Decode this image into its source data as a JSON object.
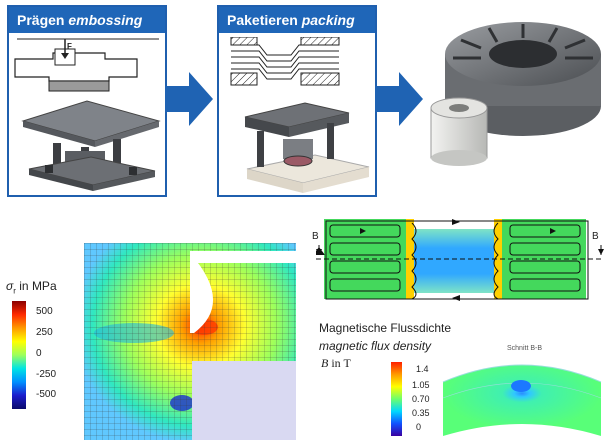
{
  "embossing": {
    "title_de": "Prägen",
    "title_en": "embossing",
    "force_label": "F"
  },
  "packing": {
    "title_de": "Paketieren",
    "title_en": "packing"
  },
  "stress_legend": {
    "symbol": "σ",
    "subscript": "r",
    "unit": "in MPa",
    "ticks": [
      "500",
      "250",
      "0",
      "-250",
      "-500"
    ]
  },
  "flux": {
    "section_left": "B",
    "section_right": "B",
    "title_de": "Magnetische Flussdichte",
    "title_en": "magnetic flux density",
    "symbol": "B",
    "unit": "in T",
    "section_caption": "Schnitt B-B",
    "ticks": [
      "1.4",
      "1.05",
      "0.70",
      "0.35",
      "0"
    ]
  },
  "colors": {
    "accent_blue": "#1f66b8",
    "arrow_blue": "#1f63b3"
  }
}
